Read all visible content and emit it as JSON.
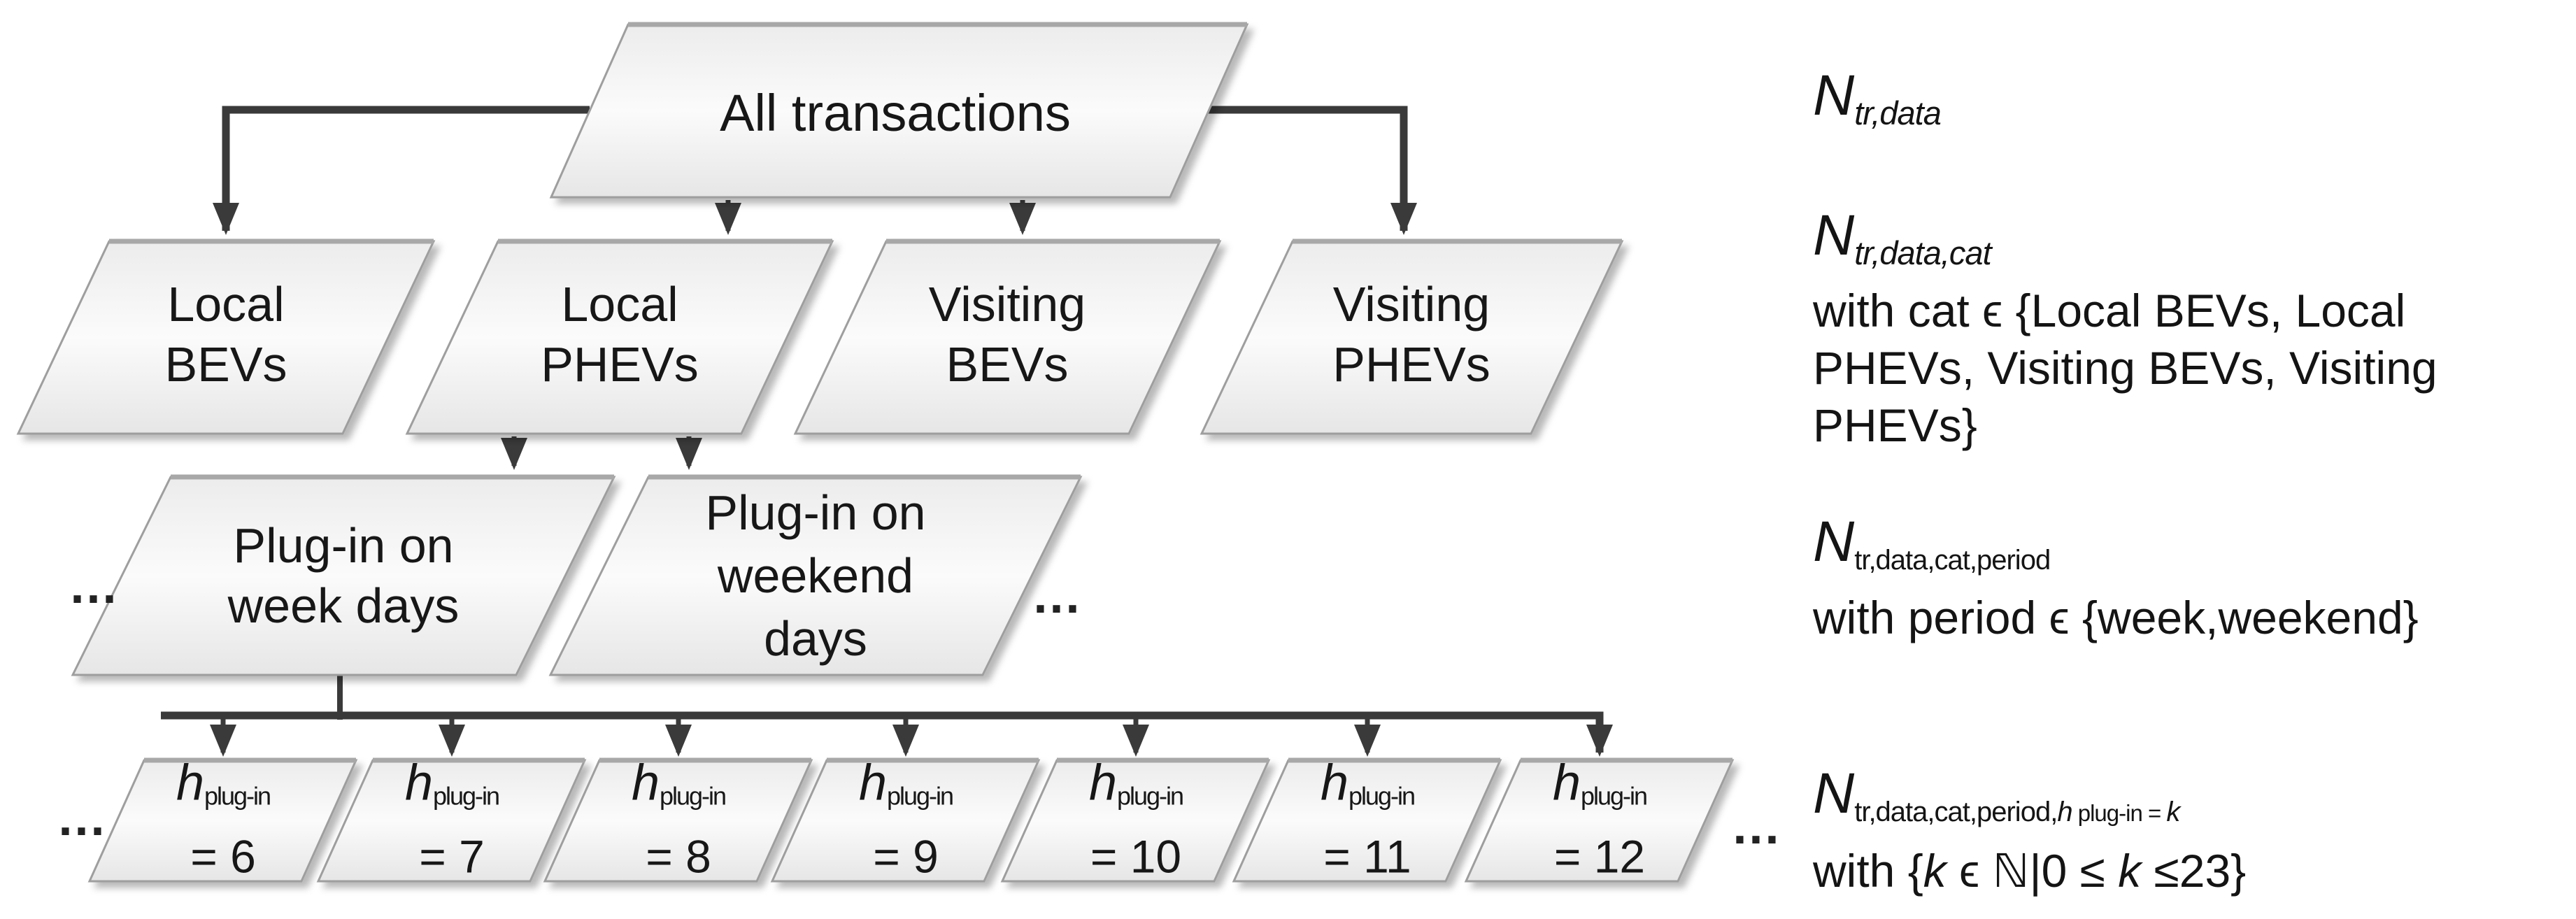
{
  "nodes": {
    "root": "All transactions",
    "categories": [
      {
        "line1": "Local",
        "line2": "BEVs"
      },
      {
        "line1": "Local",
        "line2": "PHEVs"
      },
      {
        "line1": "Visiting",
        "line2": "BEVs"
      },
      {
        "line1": "Visiting",
        "line2": "PHEVs"
      }
    ],
    "periods": [
      {
        "line1": "Plug-in on",
        "line2": "week days"
      },
      {
        "line1": "Plug-in on",
        "line2": "weekend",
        "line3": "days"
      }
    ],
    "hours": [
      {
        "var": "h",
        "sub": "plug-in",
        "eq": "= 6"
      },
      {
        "var": "h",
        "sub": "plug-in",
        "eq": "= 7"
      },
      {
        "var": "h",
        "sub": "plug-in",
        "eq": "= 8"
      },
      {
        "var": "h",
        "sub": "plug-in",
        "eq": "= 9"
      },
      {
        "var": "h",
        "sub": "plug-in",
        "eq": "= 10"
      },
      {
        "var": "h",
        "sub": "plug-in",
        "eq": "= 11"
      },
      {
        "var": "h",
        "sub": "plug-in",
        "eq": "= 12"
      }
    ]
  },
  "ellipsis": "...",
  "annotations": {
    "a1": {
      "n": "N",
      "sub": "tr,data"
    },
    "a2": {
      "n": "N",
      "sub": "tr,data,cat",
      "line1": "with cat ϵ {Local BEVs, Local",
      "line2": "PHEVs, Visiting BEVs, Visiting",
      "line3": "PHEVs}"
    },
    "a3": {
      "n": "N",
      "sub": "tr,data,cat,period",
      "line1": "with period ϵ {week,weekend}"
    },
    "a4": {
      "n": "N",
      "sub_prefix": "tr,data,cat,period,",
      "sub_h": "h",
      "sub_mid": " plug-in = ",
      "sub_k": "k",
      "p1": "with {",
      "k1": "k",
      "p2": " ϵ ℕ|0 ≤ ",
      "k2": "k",
      "p3": " ≤23}"
    }
  },
  "colors": {
    "background": "#ffffff",
    "node_fill_top": "#ececec",
    "node_fill_mid": "#fbfbfb",
    "node_fill_bottom": "#e6e6e6",
    "node_border": "#9e9e9e",
    "connector": "#3a3a3a",
    "text": "#171717"
  }
}
